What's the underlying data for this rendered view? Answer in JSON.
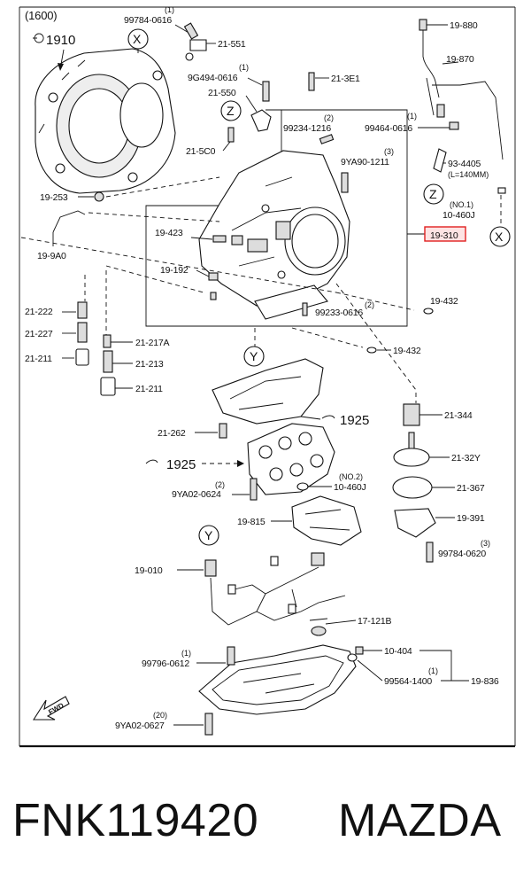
{
  "diagram": {
    "engine_code": "(1600)",
    "refs": {
      "r1910": "1910",
      "r1925a": "1925",
      "r1925b": "1925"
    },
    "circles": {
      "X": "X",
      "Z": "Z",
      "Y": "Y"
    },
    "labels": {
      "l99784_0616": "99784-0616",
      "q99784_0616": "(1)",
      "l21_551": "21-551",
      "l9G494": "9G494-0616",
      "q9G494": "(1)",
      "l21_550": "21-550",
      "l21_3E1": "21-3E1",
      "l99234": "99234-1216",
      "q99234": "(2)",
      "l21_5C0": "21-5C0",
      "l9YA90": "9YA90-1211",
      "q9YA90": "(3)",
      "l19_880": "19-880",
      "l19_870": "19-870",
      "l99464": "99464-0616",
      "q99464": "(1)",
      "l93_4405": "93-4405",
      "l93_len": "(L=140MM)",
      "l10_460J_1": "10-460J",
      "q10_460J_1": "(NO.1)",
      "l19_310": "19-310",
      "l19_253": "19-253",
      "l19_9A0": "19-9A0",
      "l19_423": "19-423",
      "l19_192": "19-192",
      "l99233": "99233-0616",
      "q99233": "(2)",
      "l19_432a": "19-432",
      "l19_432b": "19-432",
      "l21_222": "21-222",
      "l21_227": "21-227",
      "l21_217A": "21-217A",
      "l21_211a": "21-211",
      "l21_213": "21-213",
      "l21_211b": "21-211",
      "l21_344": "21-344",
      "l21_262": "21-262",
      "l21_32Y": "21-32Y",
      "l9YA02_0624": "9YA02-0624",
      "q9YA02_0624": "(2)",
      "l10_460J_2": "10-460J",
      "q10_460J_2": "(NO.2)",
      "l21_367": "21-367",
      "l19_815": "19-815",
      "l19_391": "19-391",
      "l99784_0620": "99784-0620",
      "q99784_0620": "(3)",
      "l19_010": "19-010",
      "l17_121B": "17-121B",
      "l10_404": "10-404",
      "l99796": "99796-0612",
      "q99796": "(1)",
      "l99564": "99564-1400",
      "q99564": "(1)",
      "l19_836": "19-836",
      "l9YA02_0627": "9YA02-0627",
      "q9YA02_0627": "(20)",
      "fwd": "FWD"
    }
  },
  "caption": {
    "part_number": "FNK119420",
    "brand": "MAZDA"
  },
  "colors": {
    "highlight_border": "#e02020",
    "highlight_fill": "#fde3e3",
    "ink": "#111111"
  }
}
